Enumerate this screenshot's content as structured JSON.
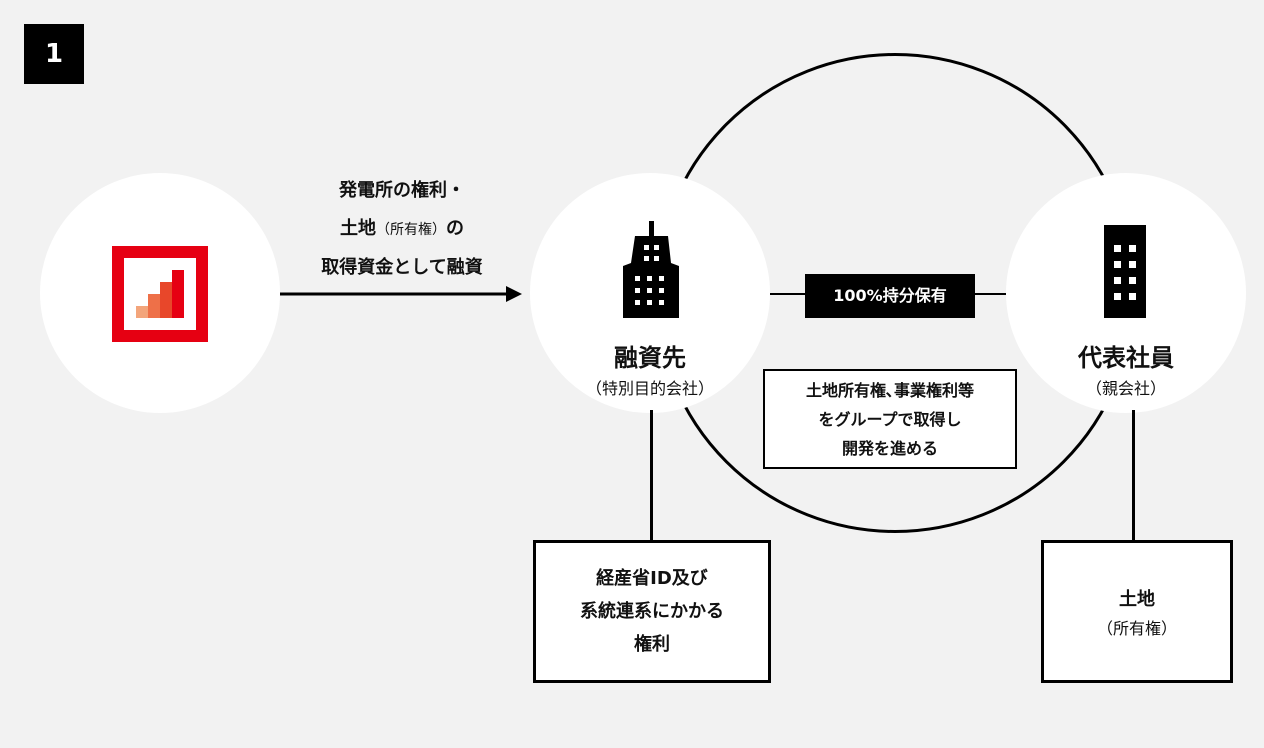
{
  "step_number": "1",
  "flow_label": [
    "発電所の権利・",
    "土地",
    "（所有権）",
    "の",
    "取得資金として融資"
  ],
  "spc": {
    "name": "融資先",
    "sub": "（特別目的会社）"
  },
  "parent": {
    "name": "代表社員",
    "sub": "（親会社）"
  },
  "ownership_badge": "100%持分保有",
  "group_note": [
    "土地所有権､事業権利等",
    "をグループで取得し",
    "開発を進める"
  ],
  "spc_assets": [
    "経産省ID及び",
    "系統連系にかかる",
    "権利"
  ],
  "parent_assets": {
    "name": "土地",
    "sub": "（所有権）"
  },
  "colors": {
    "brand_red": "#e60012"
  }
}
